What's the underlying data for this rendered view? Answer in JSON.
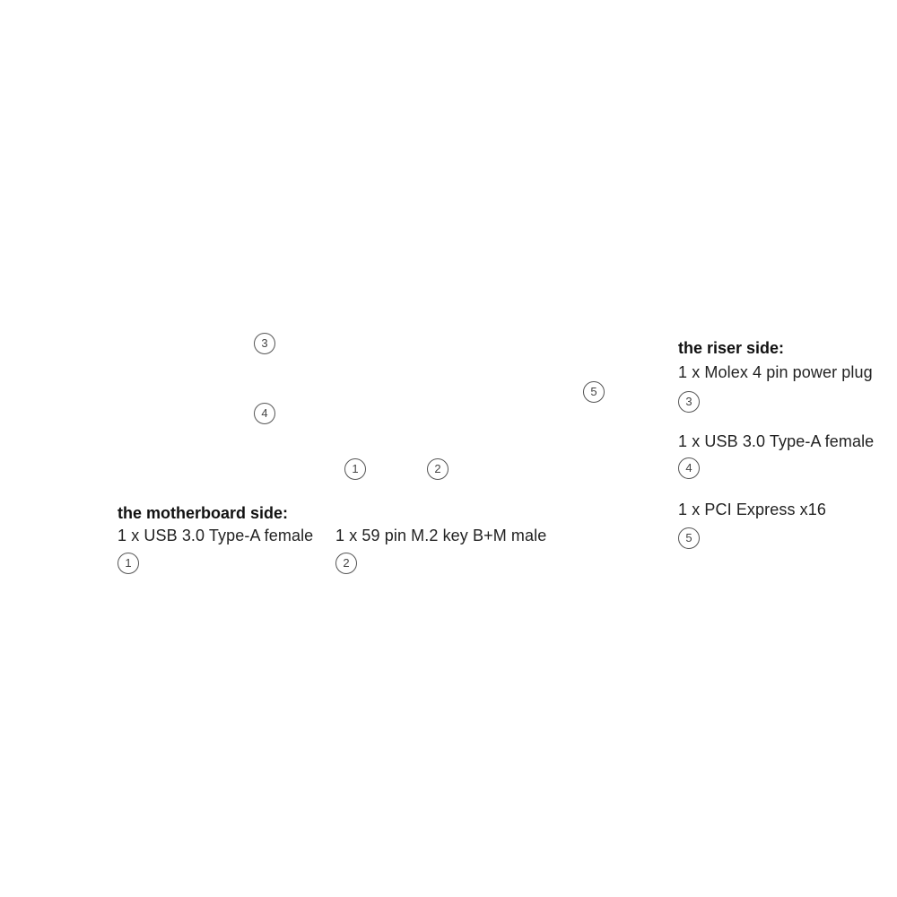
{
  "riser_side": {
    "heading": "the riser side:",
    "items": [
      {
        "label": "1 x Molex 4 pin power plug",
        "number": "3"
      },
      {
        "label": "1 x USB 3.0 Type-A female",
        "number": "4"
      },
      {
        "label": "1 x PCI Express x16",
        "number": "5"
      }
    ]
  },
  "motherboard_side": {
    "heading": "the motherboard side:",
    "items": [
      {
        "label": "1 x USB 3.0 Type-A female",
        "number": "1"
      },
      {
        "label": "1 x 59 pin M.2 key B+M male",
        "number": "2"
      }
    ]
  },
  "callouts": {
    "c1": "1",
    "c2": "2",
    "c3": "3",
    "c4": "4",
    "c5": "5"
  },
  "colors": {
    "pcb_green": "#4fb84a",
    "usb_blue": "#2f7fd6",
    "slot_black": "#1a1a1a",
    "callout_line": "#b5454a"
  },
  "icons": [
    "computer-tower-icon",
    "arrow-left-icon"
  ]
}
